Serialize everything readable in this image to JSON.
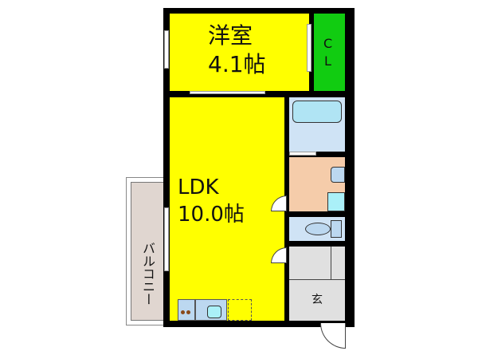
{
  "floorplan": {
    "rooms": {
      "western_room": {
        "name": "洋室",
        "size": "4.1帖",
        "color": "#ffff00"
      },
      "closet": {
        "name_line1": "C",
        "name_line2": "L",
        "color": "#11cc11"
      },
      "ldk": {
        "name": "LDK",
        "size": "10.0帖",
        "color": "#ffff00"
      },
      "balcony": {
        "name": "バルコニー",
        "color": "#e0d6d0"
      },
      "entrance": {
        "name": "玄",
        "color": "#e0e0e0"
      },
      "bathroom": {
        "color": "#cfe3f5"
      },
      "washroom": {
        "color": "#f5ccaa"
      },
      "toilet": {
        "color": "#cfe3f5"
      }
    }
  }
}
